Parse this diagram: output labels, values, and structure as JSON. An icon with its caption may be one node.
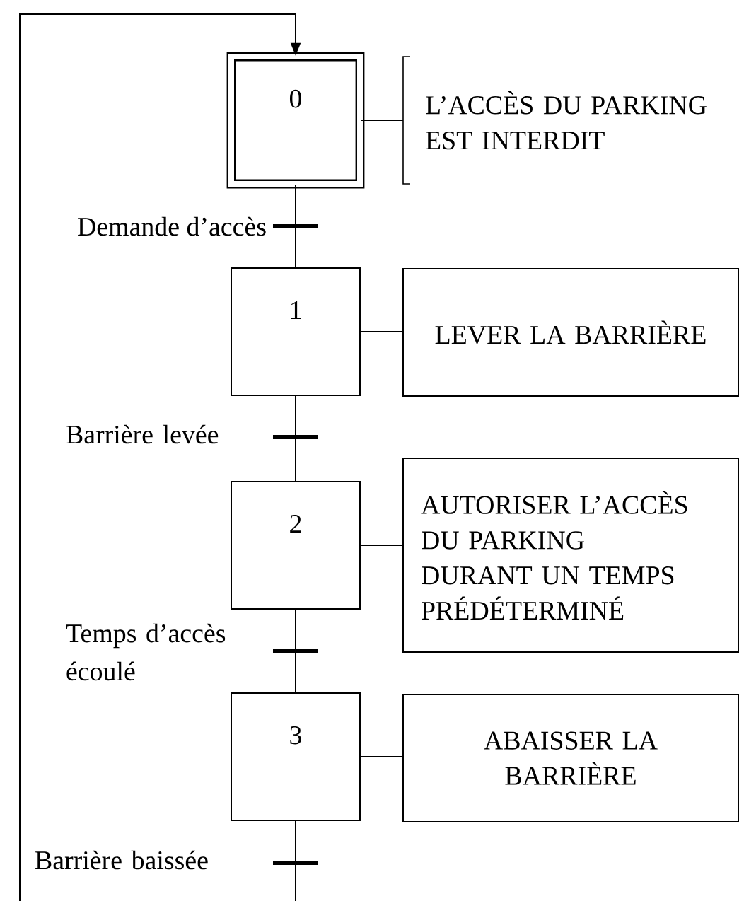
{
  "diagram": {
    "nodes": [
      {
        "text": [
          "0"
        ]
      },
      {
        "text": [
          "L’ACCÈS DU PARKING EST INTERDIT"
        ]
      },
      {
        "text": [
          "1"
        ]
      },
      {
        "text": [
          "LEVER LA BARRIÈRE"
        ]
      },
      {
        "text": [
          "2"
        ]
      },
      {
        "text": [
          "AUTORISER L’ACCÈS DU PARKING DURANT UN TEMPS PRÉDÉTERMINÉ"
        ]
      },
      {
        "text": [
          "3"
        ]
      },
      {
        "text": [
          "ABAISSER LA BARRIÈRE"
        ]
      }
    ],
    "edges": [
      {
        "from": 0,
        "to": 2,
        "arrow": "none",
        "label": "Demande d’accès"
      },
      {
        "from": 2,
        "to": 4,
        "arrow": "none",
        "label": "Barrière levée"
      },
      {
        "from": 4,
        "to": 6,
        "arrow": "none",
        "label": "Temps d’accès écoulé"
      },
      {
        "from": 6,
        "to": 0,
        "arrow": "to",
        "label": "Barrière baissée"
      },
      {
        "from": 0,
        "to": 1,
        "arrow": "none"
      },
      {
        "from": 2,
        "to": 3,
        "arrow": "none"
      },
      {
        "from": 4,
        "to": 5,
        "arrow": "none"
      },
      {
        "from": 6,
        "to": 7,
        "arrow": "none"
      }
    ]
  }
}
